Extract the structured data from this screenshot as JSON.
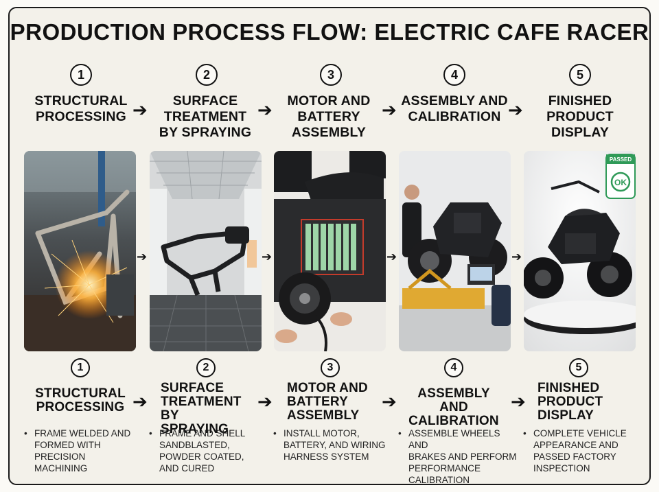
{
  "title": "PRODUCTION PROCESS FLOW: ELECTRIC CAFE RACER",
  "steps": [
    {
      "number": "1",
      "heading_lines": [
        "STRUCTURAL",
        "PROCESSING"
      ],
      "description_lines": [
        "FRAME WELDED AND",
        "FORMED WITH",
        "PRECISION MACHINING"
      ]
    },
    {
      "number": "2",
      "heading_lines": [
        "SURFACE",
        "TREATMENT",
        "BY SPRAYING"
      ],
      "description_lines": [
        "FRAME AND SHELL",
        "SANDBLASTED,",
        "POWDER COATED,",
        "AND CURED"
      ]
    },
    {
      "number": "3",
      "heading_lines": [
        "MOTOR AND",
        "BATTERY",
        "ASSEMBLY"
      ],
      "description_lines": [
        "INSTALL MOTOR,",
        "BATTERY, AND WIRING",
        "HARNESS SYSTEM"
      ]
    },
    {
      "number": "4",
      "heading_lines": [
        "ASSEMBLY AND",
        "CALIBRATION"
      ],
      "description_lines": [
        "ASSEMBLE WHEELS AND",
        "BRAKES AND PERFORM",
        "PERFORMANCE",
        "CALIBRATION"
      ]
    },
    {
      "number": "5",
      "heading_lines": [
        "FINISHED",
        "PRODUCT",
        "DISPLAY"
      ],
      "description_lines": [
        "COMPLETE VEHICLE",
        "APPEARANCE AND",
        "PASSED FACTORY",
        "INSPECTION"
      ]
    }
  ],
  "tag": {
    "line1": "PASSED",
    "line2": "OK"
  },
  "bullet": "•",
  "arrow": "➔"
}
